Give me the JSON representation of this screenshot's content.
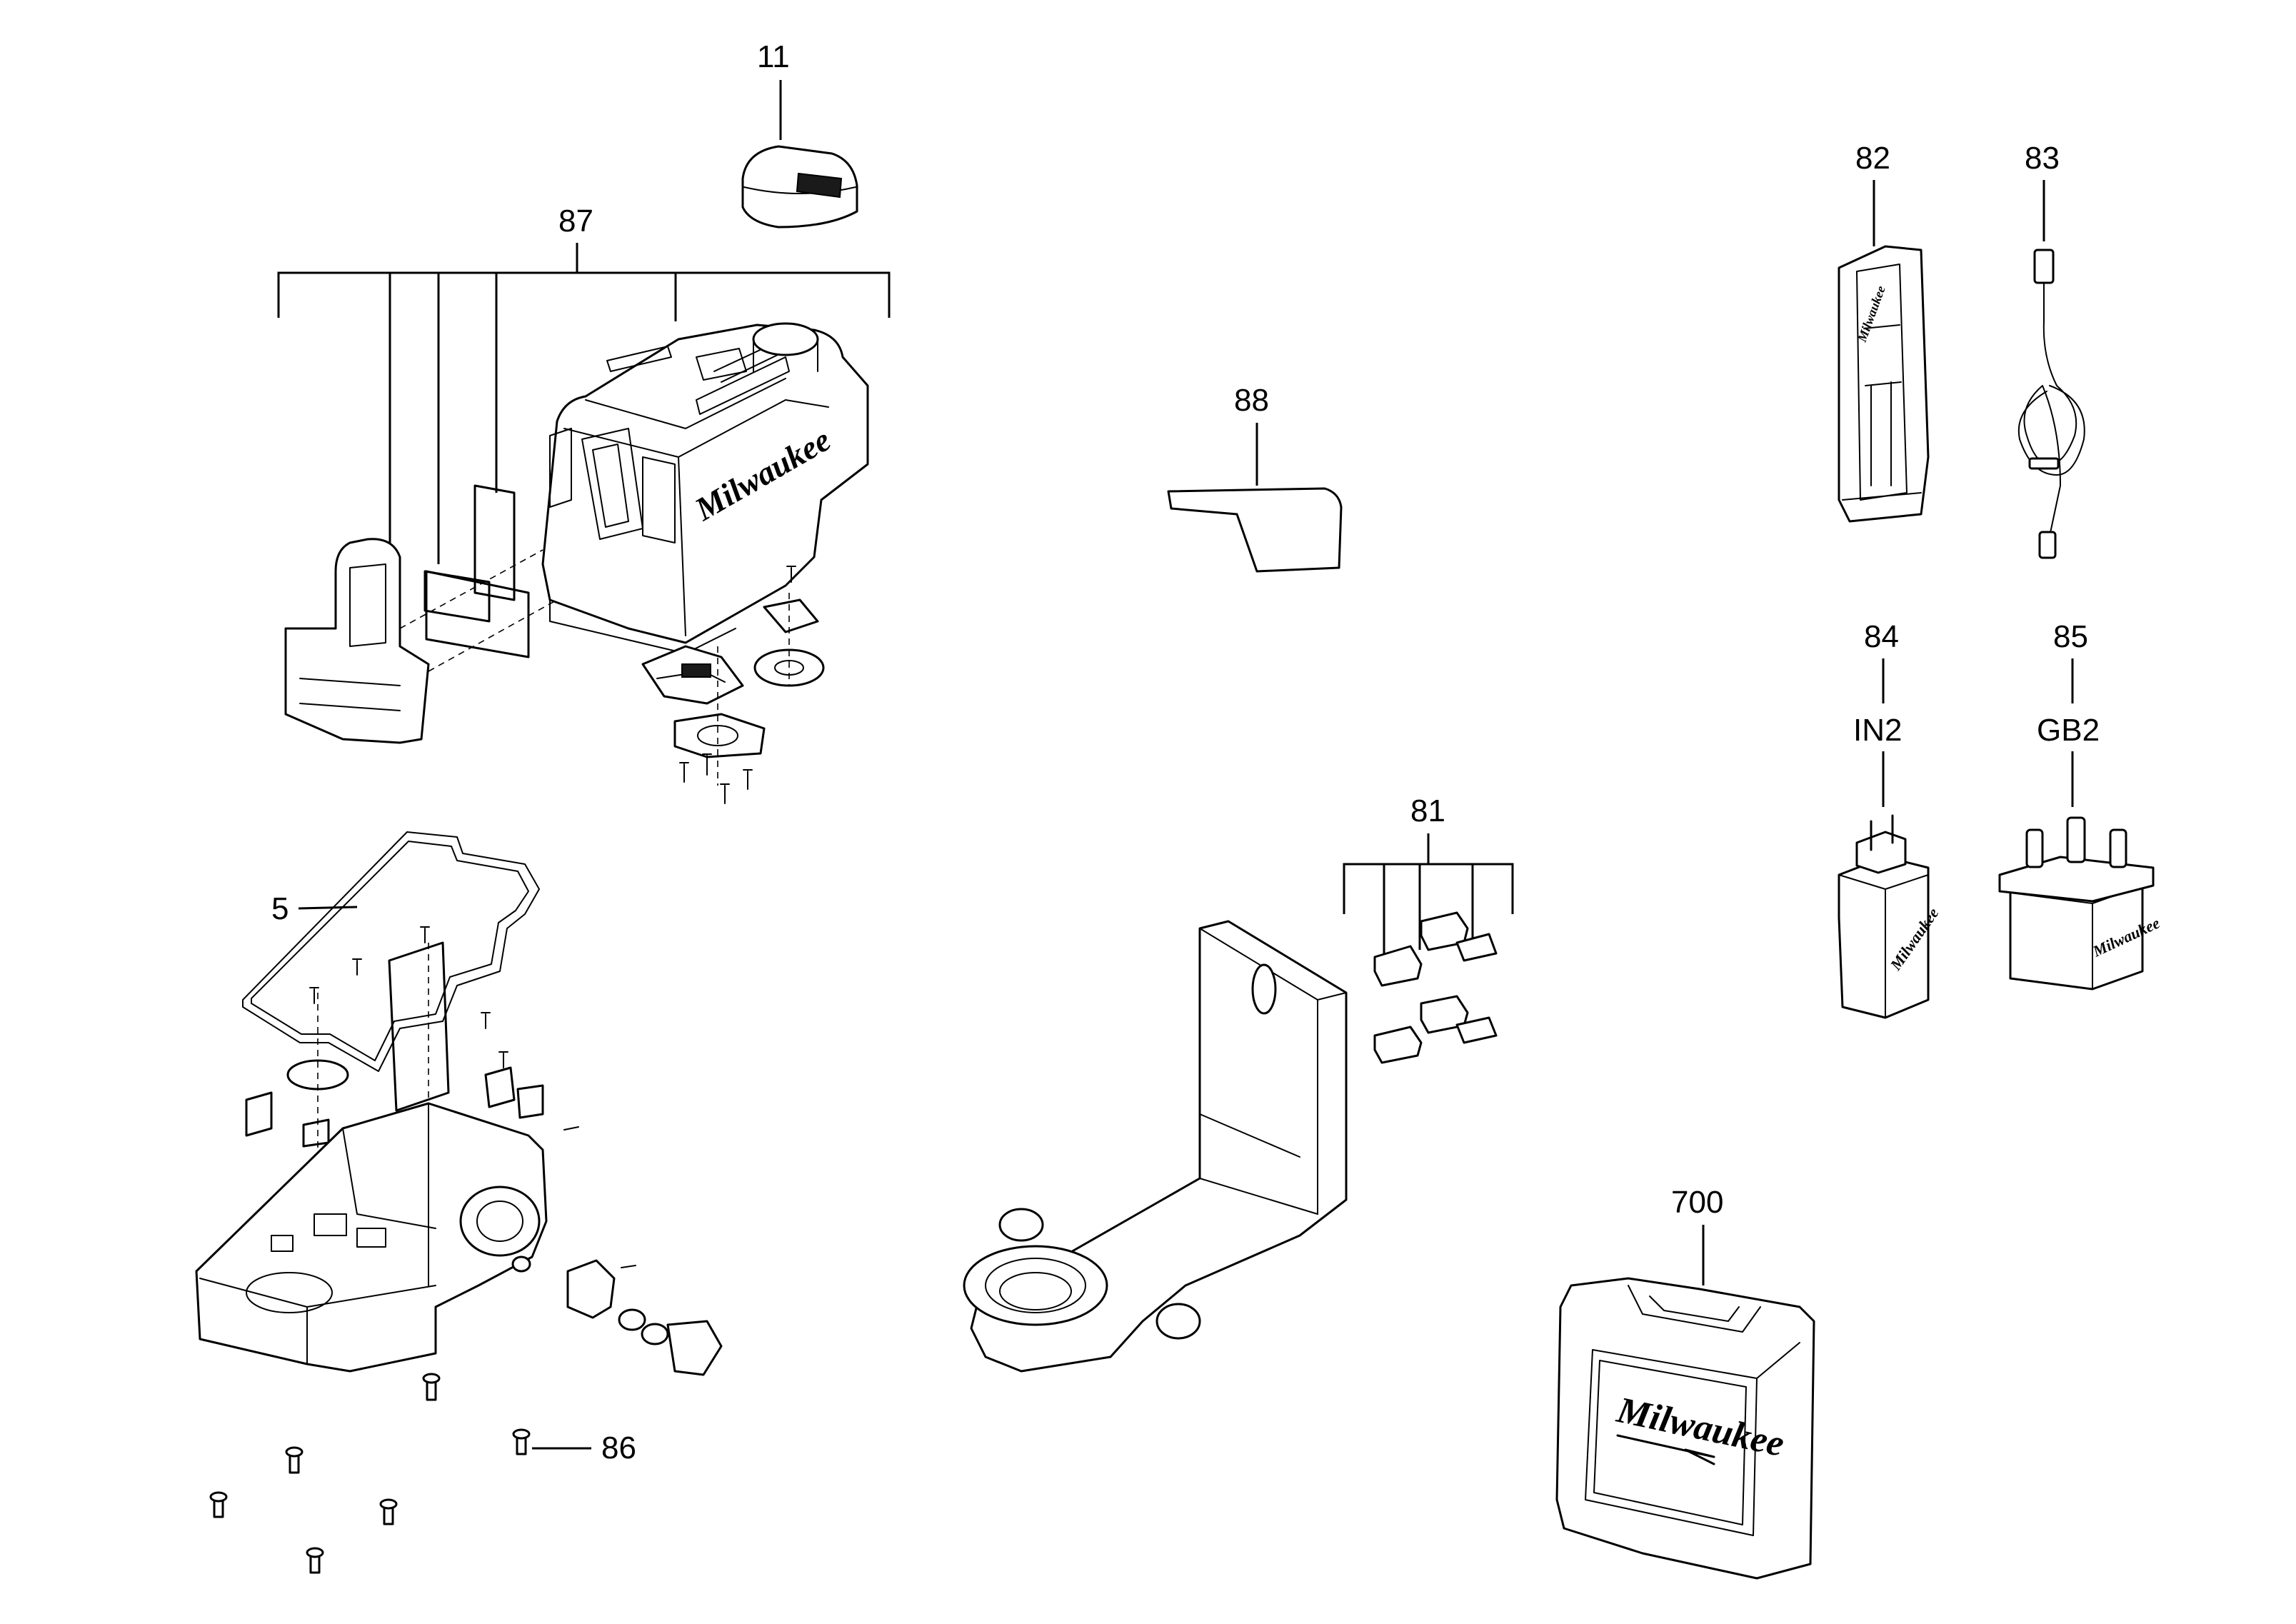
{
  "callouts": {
    "p11": "11",
    "p87": "87",
    "p88": "88",
    "p82": "82",
    "p83": "83",
    "p84": "84",
    "p85": "85",
    "in2": "IN2",
    "gb2": "GB2",
    "p5": "5",
    "p81": "81",
    "p86": "86",
    "p700": "700"
  },
  "brand": {
    "logo_text": "Milwaukee"
  }
}
